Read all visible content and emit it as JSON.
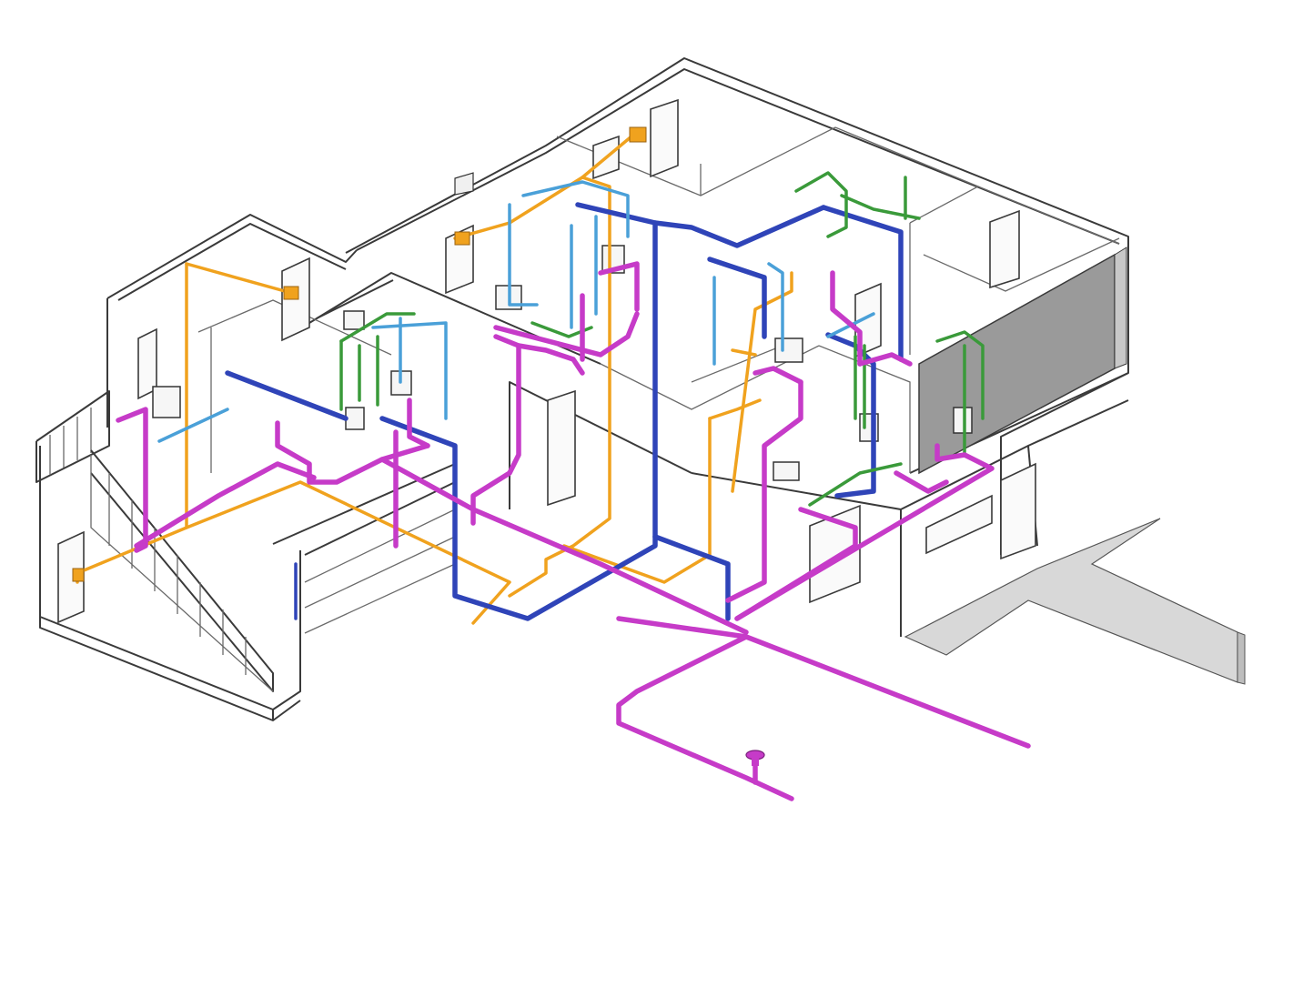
{
  "diagram": {
    "type": "isometric-plumbing-diagram",
    "colors": {
      "drain_waste": "#c63bc8",
      "cold_water": "#2f44b8",
      "hot_water": "#f0a21e",
      "vent": "#3a9a3a",
      "supply_light": "#4aa0d8",
      "walls": "#3a3a3a",
      "shaded_wall": "#9a9a9a",
      "ground_slab": "#d8d8d8"
    },
    "pipe_systems": [
      {
        "system": "drain_waste",
        "color_name": "magenta"
      },
      {
        "system": "cold_water",
        "color_name": "blue"
      },
      {
        "system": "hot_water",
        "color_name": "orange"
      },
      {
        "system": "vent",
        "color_name": "green"
      }
    ]
  }
}
